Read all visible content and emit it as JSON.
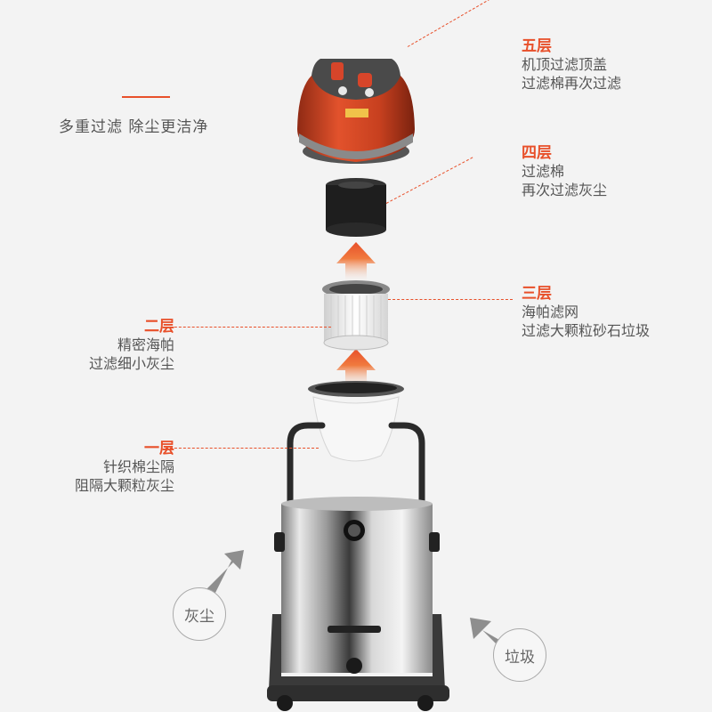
{
  "tagline": "多重过滤 除尘更洁净",
  "colors": {
    "accent": "#e8502a",
    "text": "#555555",
    "background": "#f3f3f3"
  },
  "layers": {
    "layer5": {
      "title": "五层",
      "lines": [
        "机顶过滤顶盖",
        "过滤棉再次过滤"
      ]
    },
    "layer4": {
      "title": "四层",
      "lines": [
        "过滤棉",
        "再次过滤灰尘"
      ]
    },
    "layer3": {
      "title": "三层",
      "lines": [
        "海帕滤网",
        "过滤大颗粒砂石垃圾"
      ]
    },
    "layer2": {
      "title": "二层",
      "lines": [
        "精密海帕",
        "过滤细小灰尘"
      ]
    },
    "layer1": {
      "title": "一层",
      "lines": [
        "针织棉尘隔",
        "阻隔大颗粒灰尘"
      ]
    }
  },
  "badges": {
    "dust": "灰尘",
    "garbage": "垃圾"
  },
  "icons": [
    "arrow-up-icon",
    "arrow-diagonal-icon"
  ]
}
